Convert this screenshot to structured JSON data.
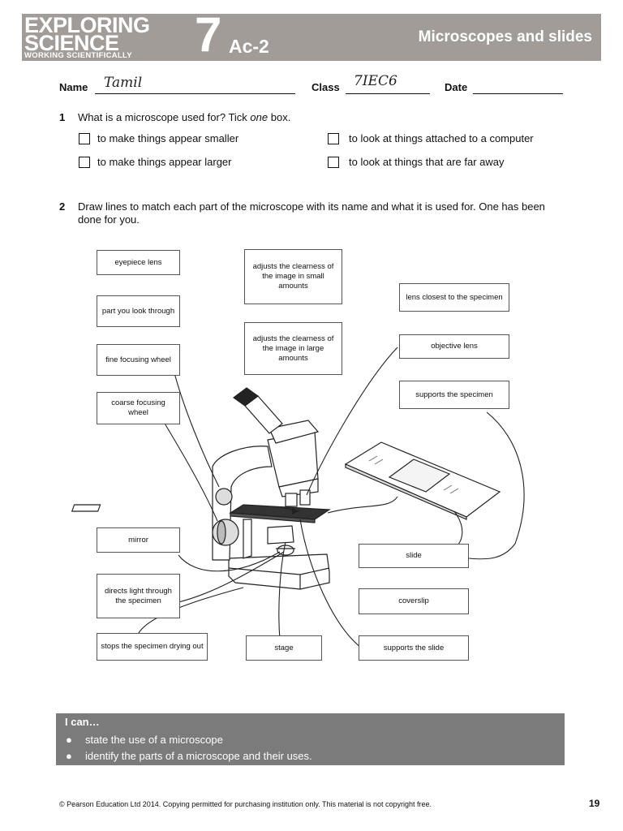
{
  "header": {
    "logo_line1": "EXPLORING",
    "logo_line2": "SCIENCE",
    "logo_line3": "WORKING SCIENTIFICALLY",
    "year": "7",
    "code": "Ac-2",
    "title": "Microscopes and slides"
  },
  "form": {
    "name_label": "Name",
    "name_value": "Tamil",
    "class_label": "Class",
    "class_value": "7IEC6",
    "date_label": "Date"
  },
  "q1": {
    "number": "1",
    "text_before": "What is a microscope used for? Tick ",
    "text_em": "one",
    "text_after": " box.",
    "options": [
      "to make things appear smaller",
      "to look at things attached to a computer",
      "to make things appear larger",
      "to look at things that are far away"
    ]
  },
  "q2": {
    "number": "2",
    "text": "Draw lines to match each part of the microscope with its name and what it is used for. One has been done for you."
  },
  "boxes": {
    "eyepiece": "eyepiece lens",
    "look_through": "part you look through",
    "fine_wheel": "fine focusing wheel",
    "coarse_wheel": "coarse focusing wheel",
    "adj_small": "adjusts the clearness of the image in small amounts",
    "adj_large": "adjusts the clearness of the image in large amounts",
    "lens_closest": "lens closest to the specimen",
    "objective": "objective lens",
    "supports_specimen": "supports the specimen",
    "mirror": "mirror",
    "directs_light": "directs light through the specimen",
    "stops_drying": "stops the specimen drying out",
    "stage": "stage",
    "slide": "slide",
    "coverslip": "coverslip",
    "supports_slide": "supports the slide"
  },
  "ican": {
    "heading": "I can…",
    "items": [
      "state the use of a microscope",
      "identify the parts of a microscope and their uses."
    ]
  },
  "footer": {
    "copyright": "© Pearson Education Ltd 2014. Copying permitted for purchasing institution only. This material is not copyright free.",
    "page": "19"
  }
}
